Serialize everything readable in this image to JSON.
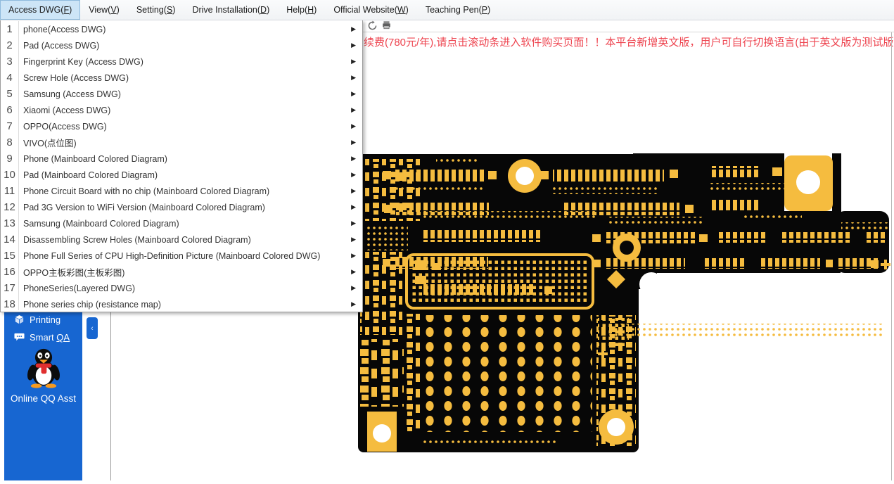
{
  "colors": {
    "pcb_yellow": "#F5BC3F",
    "pcb_black": "#070707",
    "sidebar_blue": "#1766D1",
    "banner_red": "#EE4550",
    "menubar_bg": "#F1F3F5",
    "active_item_bg": "#CDE5F7",
    "active_item_border": "#8FBADC"
  },
  "menubar": {
    "active_index": 0,
    "items": [
      "Access DWG(F)",
      "View(V)",
      "Setting(S)",
      "Drive Installation(D)",
      "Help(H)",
      "Official Website(W)",
      "Teaching Pen(P)"
    ]
  },
  "dropdown": {
    "submenu_arrow": "▶",
    "items": [
      {
        "num": "1",
        "label": "phone(Access DWG)"
      },
      {
        "num": "2",
        "label": "Pad (Access DWG)"
      },
      {
        "num": "3",
        "label": "Fingerprint Key (Access DWG)"
      },
      {
        "num": "4",
        "label": "Screw Hole (Access DWG)"
      },
      {
        "num": "5",
        "label": "Samsung (Access DWG)"
      },
      {
        "num": "6",
        "label": "Xiaomi (Access DWG)"
      },
      {
        "num": "7",
        "label": "OPPO(Access DWG)"
      },
      {
        "num": "8",
        "label": "VIVO(点位图)"
      },
      {
        "num": "9",
        "label": "Phone (Mainboard Colored Diagram)"
      },
      {
        "num": "10",
        "label": "Pad (Mainboard Colored Diagram)"
      },
      {
        "num": "11",
        "label": "Phone Circuit Board with no chip (Mainboard Colored Diagram)"
      },
      {
        "num": "12",
        "label": "Pad 3G Version to WiFi Version (Mainboard Colored Diagram)"
      },
      {
        "num": "13",
        "label": "Samsung (Mainboard Colored Diagram)"
      },
      {
        "num": "14",
        "label": "Disassembling Screw Holes (Mainboard Colored Diagram)"
      },
      {
        "num": "15",
        "label": "Phone Full Series of CPU High-Definition Picture (Mainboard Colored DWG)"
      },
      {
        "num": "16",
        "label": "OPPO主板彩图(主板彩图)"
      },
      {
        "num": "17",
        "label": "PhoneSeries(Layered DWG)"
      },
      {
        "num": "18",
        "label": "Phone series chip (resistance map)"
      }
    ]
  },
  "toolbar": {
    "icons": [
      {
        "name": "refresh-icon"
      },
      {
        "name": "print-icon"
      }
    ]
  },
  "banner": {
    "text": "续费(780元/年),请点击滚动条进入软件购买页面！！本平台新增英文版，用户可自行切换语言(由于英文版为测试版，如发现语法错误"
  },
  "sidebar": {
    "items": [
      {
        "icon": "printing-icon",
        "label": "Printing"
      },
      {
        "icon": "chat-icon",
        "pre": "Smart ",
        "underlined": "QA"
      }
    ],
    "qq": {
      "icon": "qq-penguin-logo",
      "label": "Online QQ Asst"
    },
    "collapse_glyph": "‹"
  }
}
